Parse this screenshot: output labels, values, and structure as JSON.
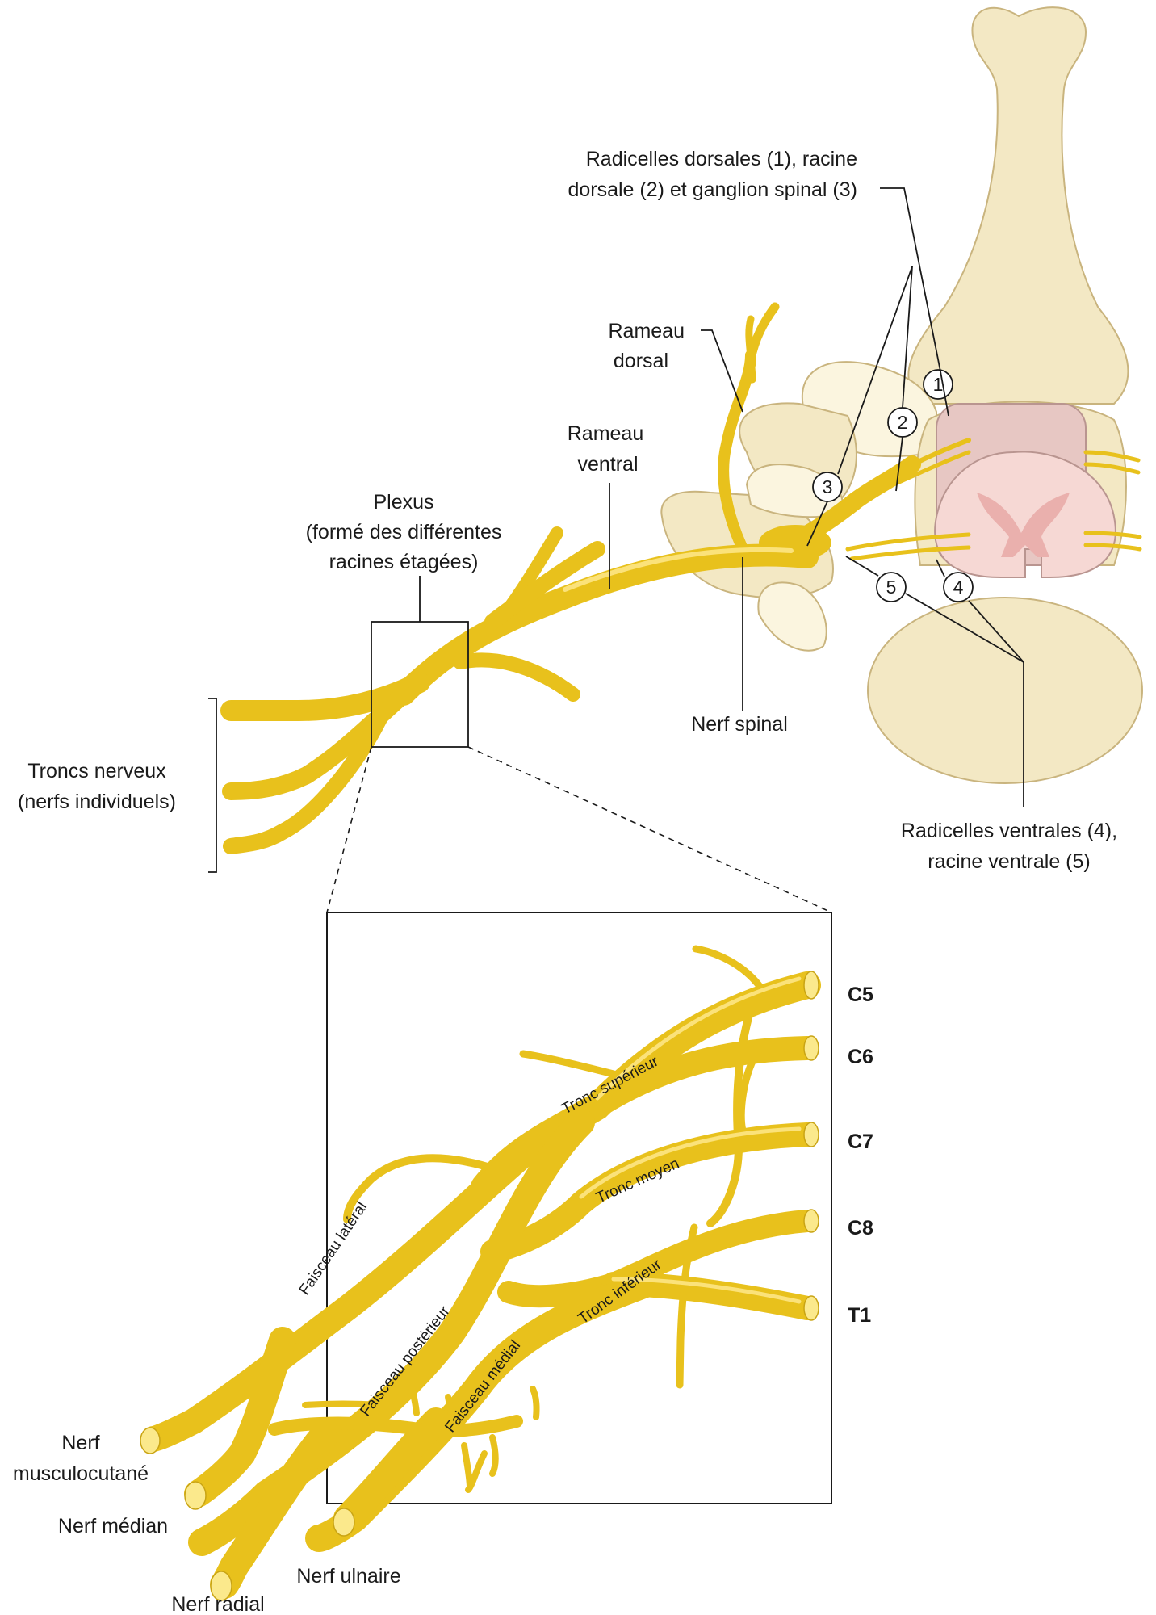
{
  "labels": {
    "dorsal_roots_line1": "Radicelles dorsales (1), racine",
    "dorsal_roots_line2": "dorsale (2) et ganglion spinal (3)",
    "dorsal_ramus_line1": "Rameau",
    "dorsal_ramus_line2": "dorsal",
    "ventral_ramus_line1": "Rameau",
    "ventral_ramus_line2": "ventral",
    "plexus_line1": "Plexus",
    "plexus_line2": "(formé des différentes",
    "plexus_line3": "racines étagées)",
    "trunks_line1": "Troncs nerveux",
    "trunks_line2": "(nerfs individuels)",
    "spinal_nerve": "Nerf spinal",
    "ventral_roots_line1": "Radicelles ventrales (4),",
    "ventral_roots_line2": "racine ventrale (5)"
  },
  "markers": [
    "1",
    "2",
    "3",
    "4",
    "5"
  ],
  "spinal_levels": [
    "C5",
    "C6",
    "C7",
    "C8",
    "T1"
  ],
  "inset_labels": {
    "upper_trunk": "Tronc supérieur",
    "middle_trunk": "Tronc moyen",
    "lower_trunk": "Tronc inférieur",
    "lateral_cord": "Faisceau latéral",
    "posterior_cord": "Faisceau postérieur",
    "medial_cord": "Faisceau médial"
  },
  "terminal_nerves": {
    "musculocutaneous_line1": "Nerf",
    "musculocutaneous_line2": "musculocutané",
    "median": "Nerf médian",
    "ulnar": "Nerf ulnaire",
    "radial": "Nerf radial"
  },
  "colors": {
    "nerve": "#e8c11c",
    "bone": "#f3e8c4",
    "spinal_cord": "#f2c9c4"
  }
}
